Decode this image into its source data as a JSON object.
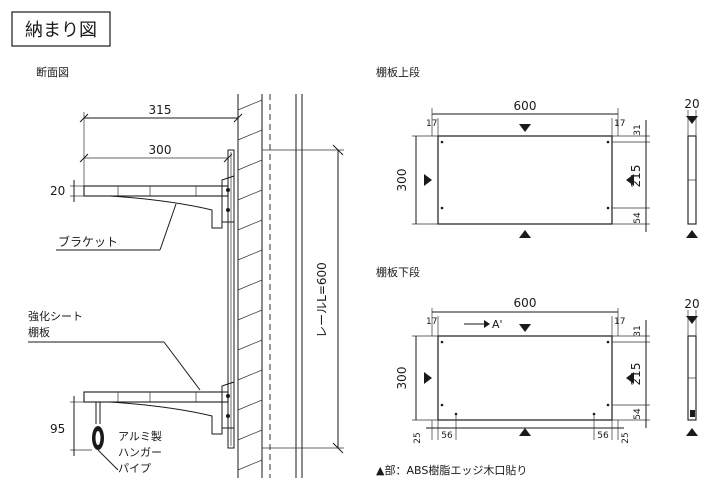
{
  "title": "納まり図",
  "section": {
    "heading": "断面図",
    "dims": {
      "outer": "315",
      "inner": "300",
      "thickness": "20",
      "hanger": "95",
      "rail": "レールL=600"
    },
    "labels": {
      "bracket": "ブラケット",
      "shelf_line1": "強化シート",
      "shelf_line2": "棚板",
      "pipe_line1": "アルミ製",
      "pipe_line2": "ハンガー",
      "pipe_line3": "パイプ"
    }
  },
  "upper": {
    "heading": "棚板上段",
    "dims": {
      "width": "600",
      "left_inset": "17",
      "right_inset": "17",
      "depth": "300",
      "top_hole": "31",
      "hole_span": "215",
      "bottom_hole": "54",
      "side_thickness": "20"
    }
  },
  "lower": {
    "heading": "棚板下段",
    "dims": {
      "width": "600",
      "left_inset": "17",
      "right_inset": "17",
      "depth": "300",
      "top_hole": "31",
      "hole_span": "215",
      "bottom_hole": "54",
      "side_thickness": "20",
      "left_edge": "25",
      "left_gap": "56",
      "right_gap": "56",
      "right_edge": "25"
    },
    "arrow_label": "A'"
  },
  "note": "▲部：ABS樹脂エッジ木口貼り"
}
